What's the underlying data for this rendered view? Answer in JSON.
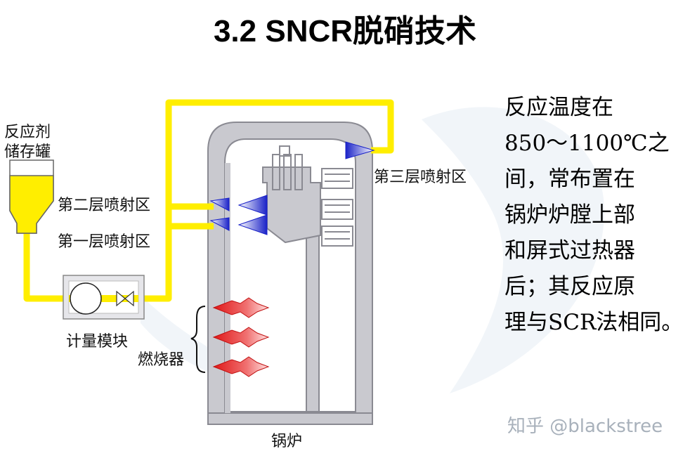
{
  "title": "3.2 SNCR脱硝技术",
  "diagram": {
    "tank_label_line1": "反应剂",
    "tank_label_line2": "储存罐",
    "zone2_label": "第二层喷射区",
    "zone1_label": "第一层喷射区",
    "zone3_label": "第三层喷射区",
    "meter_label": "计量模块",
    "burner_label": "燃烧器",
    "boiler_label": "锅炉"
  },
  "description": {
    "lines": [
      "反应温度在",
      "850～1100℃之",
      "间，常布置在",
      "锅炉炉膛上部",
      "和屏式过热器",
      "后；其反应原",
      "理与SCR法相同。"
    ]
  },
  "watermark": "知乎 @blackstree",
  "colors": {
    "pipe": "#ffee00",
    "boiler": "#c9c9cf",
    "nozzle": "#1a22c8",
    "flame": "#e02020"
  }
}
